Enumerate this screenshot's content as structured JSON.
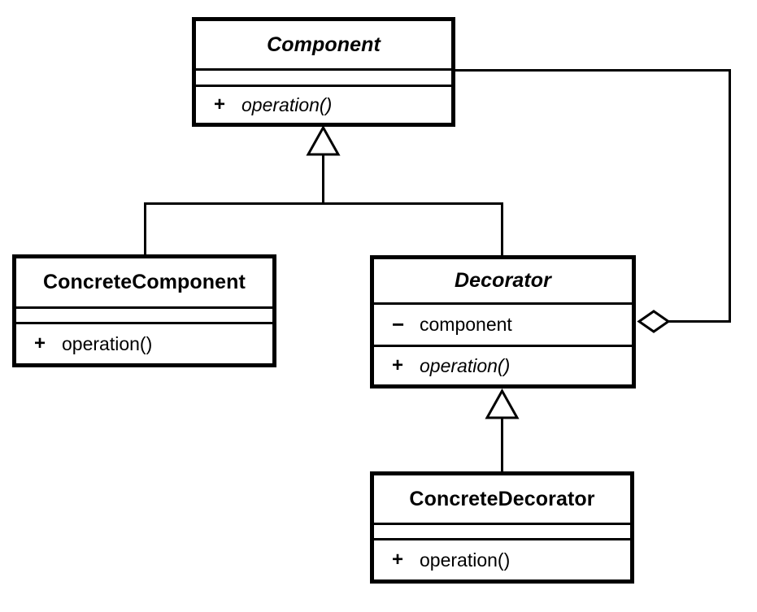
{
  "diagram": {
    "kind": "uml-class-diagram",
    "pattern_name": "Decorator",
    "background_color": "#ffffff",
    "line_color": "#000000",
    "fill_color": "#ffffff"
  },
  "classes": {
    "component": {
      "name": "Component",
      "abstract": true,
      "attributes": [],
      "operations": [
        {
          "visibility": "+",
          "label": "operation()",
          "abstract": true
        }
      ]
    },
    "concrete_component": {
      "name": "ConcreteComponent",
      "abstract": false,
      "attributes": [],
      "operations": [
        {
          "visibility": "+",
          "label": "operation()",
          "abstract": false
        }
      ]
    },
    "decorator": {
      "name": "Decorator",
      "abstract": true,
      "attributes": [
        {
          "visibility": "−",
          "label": "component"
        }
      ],
      "operations": [
        {
          "visibility": "+",
          "label": "operation()",
          "abstract": true
        }
      ]
    },
    "concrete_decorator": {
      "name": "ConcreteDecorator",
      "abstract": false,
      "attributes": [],
      "operations": [
        {
          "visibility": "+",
          "label": "operation()",
          "abstract": false
        }
      ]
    }
  },
  "relationships": [
    {
      "id": "generalization-concrete-component",
      "type": "generalization",
      "from": "concrete_component",
      "to": "component",
      "arrow": "hollow-triangle"
    },
    {
      "id": "generalization-decorator",
      "type": "generalization",
      "from": "decorator",
      "to": "component",
      "arrow": "hollow-triangle"
    },
    {
      "id": "generalization-concrete-decorator",
      "type": "generalization",
      "from": "concrete_decorator",
      "to": "decorator",
      "arrow": "hollow-triangle"
    },
    {
      "id": "aggregation-decorator-component",
      "type": "aggregation",
      "from": "decorator",
      "to": "component",
      "arrow": "hollow-diamond"
    }
  ]
}
